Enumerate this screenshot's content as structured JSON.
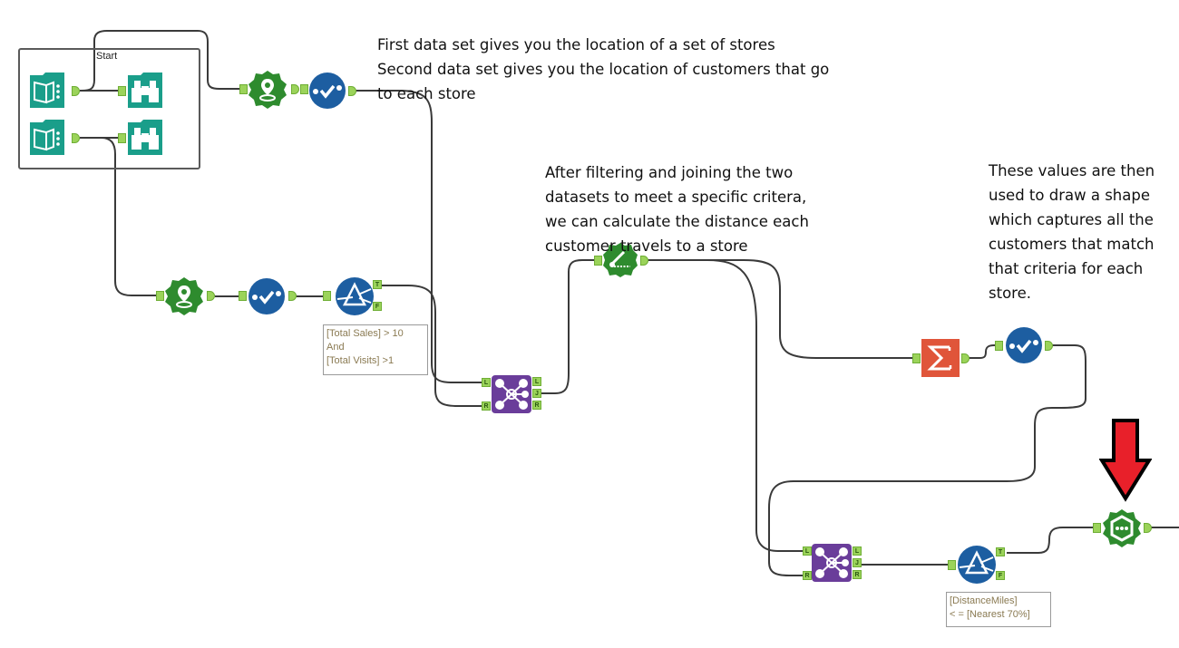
{
  "canvas": {
    "container": {
      "title": "Start"
    },
    "annotations": {
      "stores_customers": [
        "First data set gives you the location of a set of stores",
        "Second data set gives you the location of customers that go",
        "to each store"
      ],
      "filter_join": [
        "After filtering and joining the two",
        "datasets to meet a specific critera,",
        "we can calculate the distance each",
        "customer travels to a store"
      ],
      "draw_shape": [
        "These values are then",
        "used to draw a shape",
        "which captures all the",
        "customers that match",
        "that criteria for each",
        "store."
      ]
    },
    "tools": [
      {
        "id": "input-stores",
        "type": "Input Data",
        "icon": "book-icon"
      },
      {
        "id": "browse-stores",
        "type": "Browse",
        "icon": "binoculars-icon"
      },
      {
        "id": "input-customers",
        "type": "Input Data",
        "icon": "book-icon"
      },
      {
        "id": "browse-customers",
        "type": "Browse",
        "icon": "binoculars-icon"
      },
      {
        "id": "create-points-stores",
        "type": "Create Points",
        "icon": "map-pin-icon"
      },
      {
        "id": "select-stores",
        "type": "Select",
        "icon": "check-icon"
      },
      {
        "id": "create-points-customers",
        "type": "Create Points",
        "icon": "map-pin-icon"
      },
      {
        "id": "select-customers",
        "type": "Select",
        "icon": "check-icon"
      },
      {
        "id": "filter-customers",
        "type": "Filter",
        "icon": "prism-icon"
      },
      {
        "id": "join-1",
        "type": "Join",
        "icon": "join-icon"
      },
      {
        "id": "distance",
        "type": "Distance",
        "icon": "ruler-icon"
      },
      {
        "id": "summarize",
        "type": "Summarize",
        "icon": "sigma-icon"
      },
      {
        "id": "select-summary",
        "type": "Select",
        "icon": "check-icon"
      },
      {
        "id": "join-2",
        "type": "Join",
        "icon": "join-icon"
      },
      {
        "id": "filter-distance",
        "type": "Filter",
        "icon": "prism-icon"
      },
      {
        "id": "poly-build",
        "type": "Poly-Build",
        "icon": "polygon-icon"
      }
    ],
    "filter_captions": {
      "filter_customers": [
        "[Total Sales] > 10",
        "And",
        "[Total Visits] >1"
      ],
      "filter_distance": [
        "[DistanceMiles]",
        "< = [Nearest 70%]"
      ]
    },
    "anchor_labels": {
      "join_in_left": "L",
      "join_in_right": "R",
      "join_out_left": "L",
      "join_out_join": "J",
      "join_out_right": "R",
      "filter_true": "T",
      "filter_false": "F"
    },
    "highlight": {
      "icon": "down-arrow-icon",
      "color": "#e8202a",
      "target": "poly-build"
    },
    "colors": {
      "input_teal": "#1a9e8a",
      "spatial_green": "#2e8b2e",
      "select_blue": "#1d5ea1",
      "join_purple": "#6a3d9a",
      "summarize_orange": "#e0553a",
      "anchor_green": "#9bd35a"
    }
  }
}
